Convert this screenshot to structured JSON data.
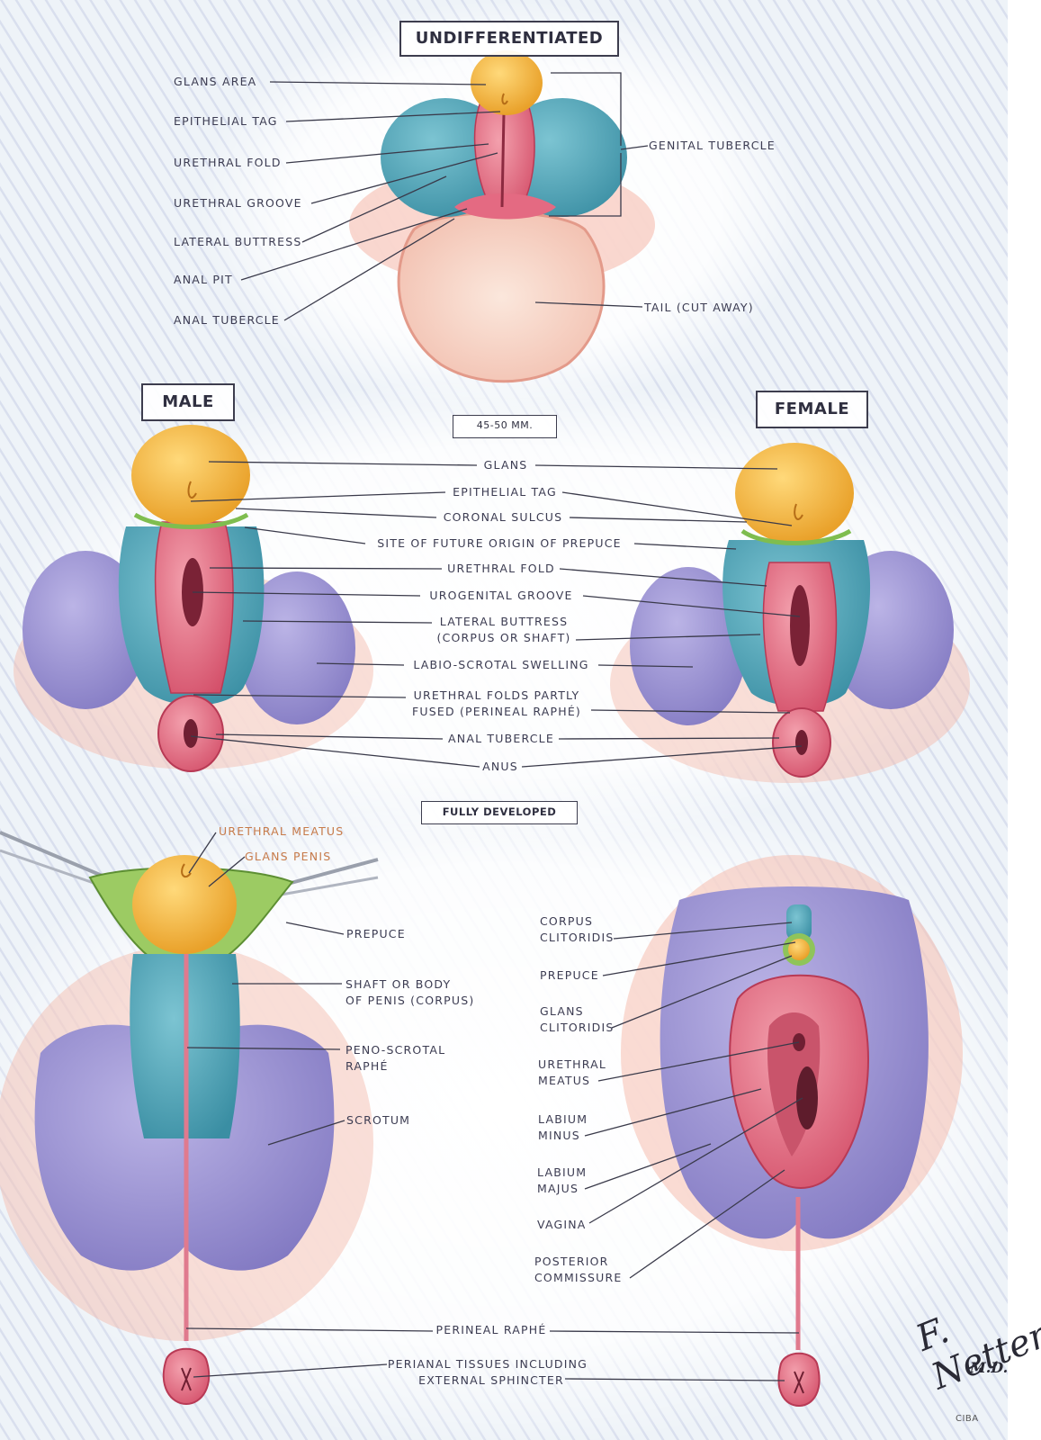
{
  "headings": {
    "undifferentiated": "UNDIFFERENTIATED",
    "male": "MALE",
    "female": "FEMALE",
    "stage": "45-50 MM.",
    "fully_developed": "FULLY DEVELOPED"
  },
  "undifferentiated_labels": {
    "glans_area": "GLANS AREA",
    "epithelial_tag": "EPITHELIAL TAG",
    "urethral_fold": "URETHRAL FOLD",
    "urethral_groove": "URETHRAL GROOVE",
    "lateral_buttress": "LATERAL BUTTRESS",
    "anal_pit": "ANAL PIT",
    "anal_tubercle": "ANAL TUBERCLE",
    "genital_tubercle": "GENITAL TUBERCLE",
    "tail": "TAIL (CUT AWAY)"
  },
  "middle_labels": {
    "glans": "GLANS",
    "epithelial_tag": "EPITHELIAL TAG",
    "coronal_sulcus": "CORONAL SULCUS",
    "prepuce_site": "SITE OF FUTURE ORIGIN OF PREPUCE",
    "urethral_fold": "URETHRAL FOLD",
    "urogenital_groove": "UROGENITAL GROOVE",
    "lateral_buttress_1": "LATERAL BUTTRESS",
    "lateral_buttress_2": "(CORPUS OR SHAFT)",
    "labio_scrotal": "LABIO-SCROTAL SWELLING",
    "folds_fused_1": "URETHRAL FOLDS PARTLY",
    "folds_fused_2": "FUSED (PERINEAL RAPHÉ)",
    "anal_tubercle": "ANAL TUBERCLE",
    "anus": "ANUS"
  },
  "male_labels": {
    "urethral_meatus": "URETHRAL MEATUS",
    "glans_penis": "GLANS PENIS",
    "prepuce": "PREPUCE",
    "shaft_1": "SHAFT OR BODY",
    "shaft_2": "OF PENIS (CORPUS)",
    "peno_scrotal_1": "PENO-SCROTAL",
    "peno_scrotal_2": "RAPHÉ",
    "scrotum": "SCROTUM"
  },
  "female_labels": {
    "corpus_clitoridis_1": "CORPUS",
    "corpus_clitoridis_2": "CLITORIDIS",
    "prepuce": "PREPUCE",
    "glans_clitoridis_1": "GLANS",
    "glans_clitoridis_2": "CLITORIDIS",
    "urethral_meatus_1": "URETHRAL",
    "urethral_meatus_2": "MEATUS",
    "labium_minus_1": "LABIUM",
    "labium_minus_2": "MINUS",
    "labium_majus_1": "LABIUM",
    "labium_majus_2": "MAJUS",
    "vagina": "VAGINA",
    "posterior_commissure_1": "POSTERIOR",
    "posterior_commissure_2": "COMMISSURE"
  },
  "bottom_labels": {
    "perineal_raphe": "PERINEAL RAPHÉ",
    "perianal_1": "PERIANAL TISSUES INCLUDING",
    "perianal_2": "EXTERNAL SPHINCTER"
  },
  "signature": {
    "name": "F. Netter",
    "suffix": "M.D.",
    "note": "CIBA"
  },
  "colors": {
    "glans": "#f1b53d",
    "corpus": "#4fa6b8",
    "labioscrotal": "#9d95d2",
    "urethral_fold": "#e2667c",
    "prepuce": "#8fc45a",
    "tail": "#f6d6c8",
    "leader": "#3a3a4a"
  }
}
